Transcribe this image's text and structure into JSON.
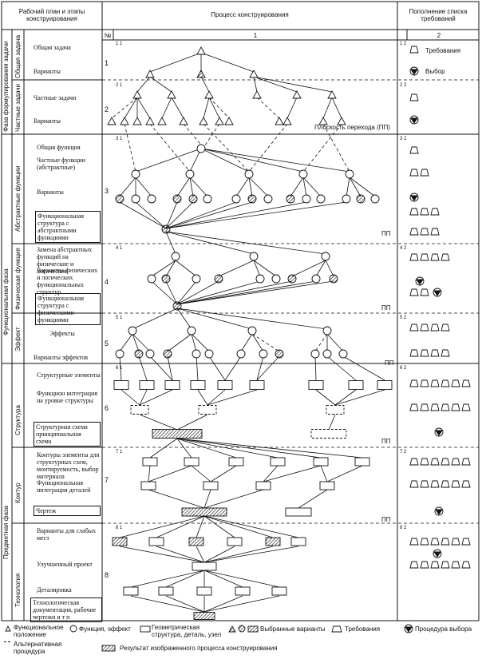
{
  "header": {
    "col_plan": "Рабочий план и этапы конструирования",
    "col_process": "Процесс конструирования",
    "col_requirements": "Пополнение списка требований",
    "col_num_mark": "№",
    "col1_num": "1",
    "col2_num": "2"
  },
  "phases": {
    "task": "Фаза формулирования задачи",
    "functional": "Функциональная фаза",
    "subject": "Предметная фаза"
  },
  "stages": {
    "general_task": "Общая задача",
    "partial_tasks": "Частные задачи",
    "abstract_functions": "Абстрактные функции",
    "physical_function": "Физическая функция",
    "effect": "Эффект",
    "structure": "Структура",
    "contour": "Контур",
    "technology": "Технология"
  },
  "rows": [
    {
      "num": "1",
      "sub": "1 1",
      "items": [
        "Общая задача",
        "Варианты"
      ]
    },
    {
      "num": "2",
      "sub": "2 1",
      "items": [
        "Частные задачи",
        "Варианты"
      ]
    },
    {
      "num": "3",
      "sub": "3 1",
      "items": [
        "Общая функция",
        "Частные функции (абстрактные)",
        "Варианты",
        "Функциональная структура с абстрактными функциями"
      ]
    },
    {
      "num": "4",
      "sub": "4 1",
      "items": [
        "Замена абстрактных функций на физические и логические",
        "Варианты физических и логических функциональных структур",
        "Функциональная структура с физическими функциями"
      ]
    },
    {
      "num": "5",
      "sub": "5 1",
      "items": [
        "Эффекты",
        "Варианты эффектов"
      ]
    },
    {
      "num": "6",
      "sub": "6 1",
      "items": [
        "Структурные элементы",
        "Функцион интеграция на уровне структуры",
        "Структурная схема принципиальная схема"
      ]
    },
    {
      "num": "7",
      "sub": "7 1",
      "items": [
        "Контуры элементы для структурных схем, монтируемость, выбор материала",
        "Функциональная интеграция деталей",
        "Чертеж"
      ]
    },
    {
      "num": "8",
      "sub": "8 1",
      "items": [
        "Варианты для слабых мест",
        "Улучшенный проект",
        "Деталировка",
        "Технологическая документация, рабочие чертежи и т п"
      ]
    }
  ],
  "transition_plane": "Плоскость перехода (ПП)",
  "pp": "ПП",
  "requirements_col": {
    "sub_labels": [
      "1 2",
      "2 2",
      "3 2",
      "4 2",
      "5 2",
      "6 2",
      "7 2",
      "8 2"
    ],
    "requirement": "Требования",
    "selection": "Выбор"
  },
  "legend": {
    "functional_position": "Функциональное положение",
    "function_effect": "Функция, эффект",
    "geometric_structure": "Геометрическая структура, деталь, узел",
    "chosen_variants": "Выбранные варианты",
    "requirements": "Требования",
    "selection_procedure": "Процедура выбора",
    "alternative_procedure": "Альтернативная процедура",
    "result": "Результат изображенного процесса конструирования"
  }
}
